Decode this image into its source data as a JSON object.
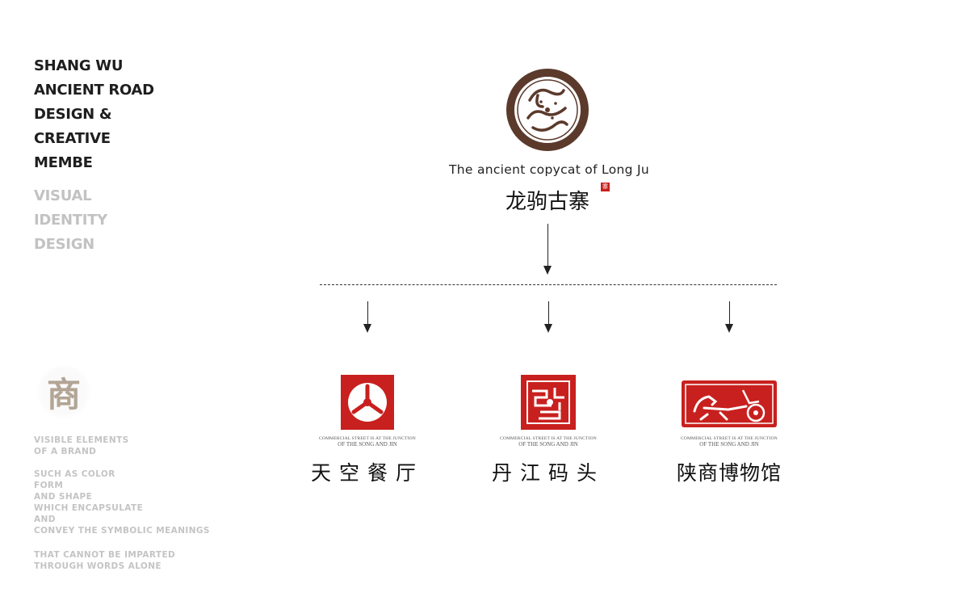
{
  "sidebar": {
    "title_lines": [
      "SHANG WU",
      "ANCIENT ROAD",
      "DESIGN &",
      "CREATIVE",
      "MEMBE"
    ],
    "subtitle_lines": [
      "VISUAL",
      "IDENTITY",
      "DESIGN"
    ],
    "emblem_char": "商",
    "description_blocks": [
      [
        "VISIBLE ELEMENTS",
        "OF A BRAND"
      ],
      [
        "SUCH AS COLOR",
        "FORM",
        "AND SHAPE",
        "WHICH ENCAPSULATE",
        "AND",
        "CONVEY THE SYMBOLIC MEANINGS"
      ],
      [
        "THAT CANNOT BE IMPARTED",
        "THROUGH WORDS ALONE"
      ]
    ]
  },
  "main_logo": {
    "english": "The ancient copycat of Long Ju",
    "chinese": "龙驹古寨",
    "stamp_char": "寨"
  },
  "sub_brands": [
    {
      "caption_line1": "COMMERCIAL STREET IS AT THE JUNCTION",
      "caption_line2": "OF THE SONG AND JIN",
      "name": "天空餐厅"
    },
    {
      "caption_line1": "COMMERCIAL STREET IS AT THE JUNCTION",
      "caption_line2": "OF THE SONG AND JIN",
      "name": "丹江码头"
    },
    {
      "caption_line1": "COMMERCIAL STREET IS AT THE JUNCTION",
      "caption_line2": "OF THE SONG AND JIN",
      "name": "陕商博物馆"
    }
  ],
  "colors": {
    "seal_red": "#c8201e",
    "logo_brown": "#5b3a2c",
    "text_dark": "#1e1e1e",
    "text_grey": "#c2c2c2"
  }
}
